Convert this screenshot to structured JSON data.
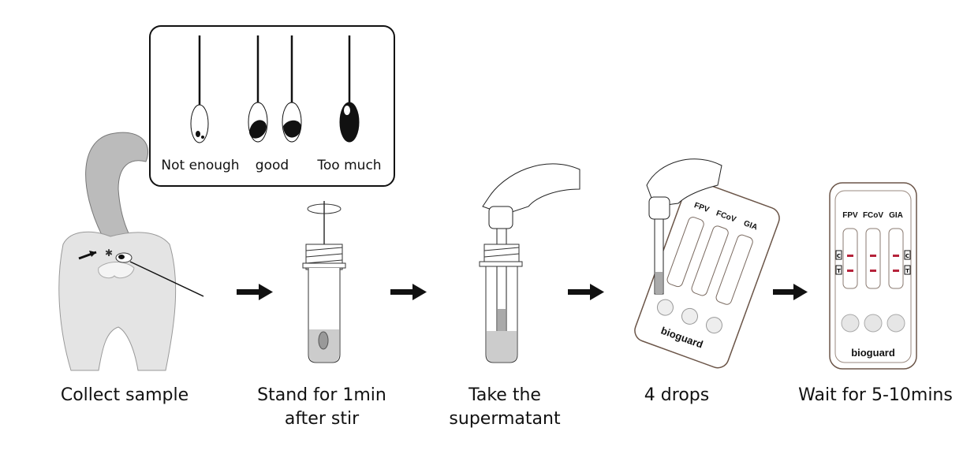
{
  "inset": {
    "labels": [
      "Not enough",
      "good",
      "Too much"
    ]
  },
  "steps": [
    {
      "line1": "Collect sample",
      "line2": ""
    },
    {
      "line1": "Stand for 1min",
      "line2": "after stir"
    },
    {
      "line1": "Take the",
      "line2": "supermatant"
    },
    {
      "line1": "4 drops",
      "line2": ""
    },
    {
      "line1": "Wait for 5-10mins",
      "line2": ""
    }
  ],
  "cassette": {
    "brand": "bioguard",
    "tests": [
      "FPV",
      "FCoV",
      "GIA"
    ],
    "markers": [
      "C",
      "T"
    ],
    "line_color": "#b5223a"
  }
}
